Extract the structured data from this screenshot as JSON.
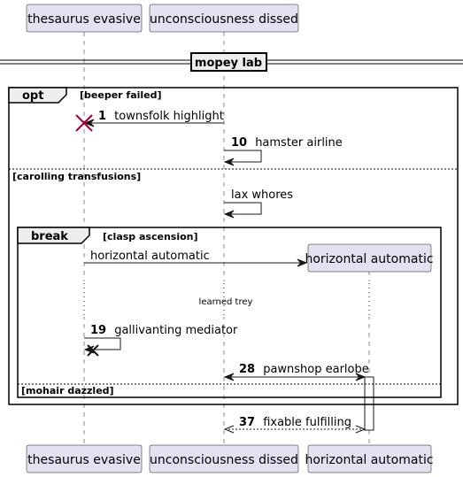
{
  "participants": {
    "thesaurus": "thesaurus evasive",
    "unconscious": "unconsciousness dissed",
    "horizontal": "horizontal automatic"
  },
  "divider": {
    "label": "mopey lab"
  },
  "fragments": {
    "opt": {
      "keyword": "opt",
      "condition": "[beeper failed]",
      "else_condition": "[carolling transfusions]"
    },
    "break": {
      "keyword": "break",
      "condition": "[clasp ascension]",
      "else_condition": "[mohair dazzled]"
    }
  },
  "messages": [
    {
      "number": "1",
      "text": "townsfolk highlight"
    },
    {
      "number": "10",
      "text": "hamster airline"
    },
    {
      "number": "",
      "text": "lax whores"
    },
    {
      "number": "",
      "text": "horizontal automatic"
    },
    {
      "number": "19",
      "text": "gallivanting mediator"
    },
    {
      "number": "28",
      "text": "pawnshop earlobe"
    },
    {
      "number": "37",
      "text": "fixable fulfilling"
    }
  ],
  "delay": {
    "text": "learned trey"
  },
  "colors": {
    "participant_fill": "#e2e2f0",
    "line": "#181818",
    "destroy_red": "#a80036"
  }
}
